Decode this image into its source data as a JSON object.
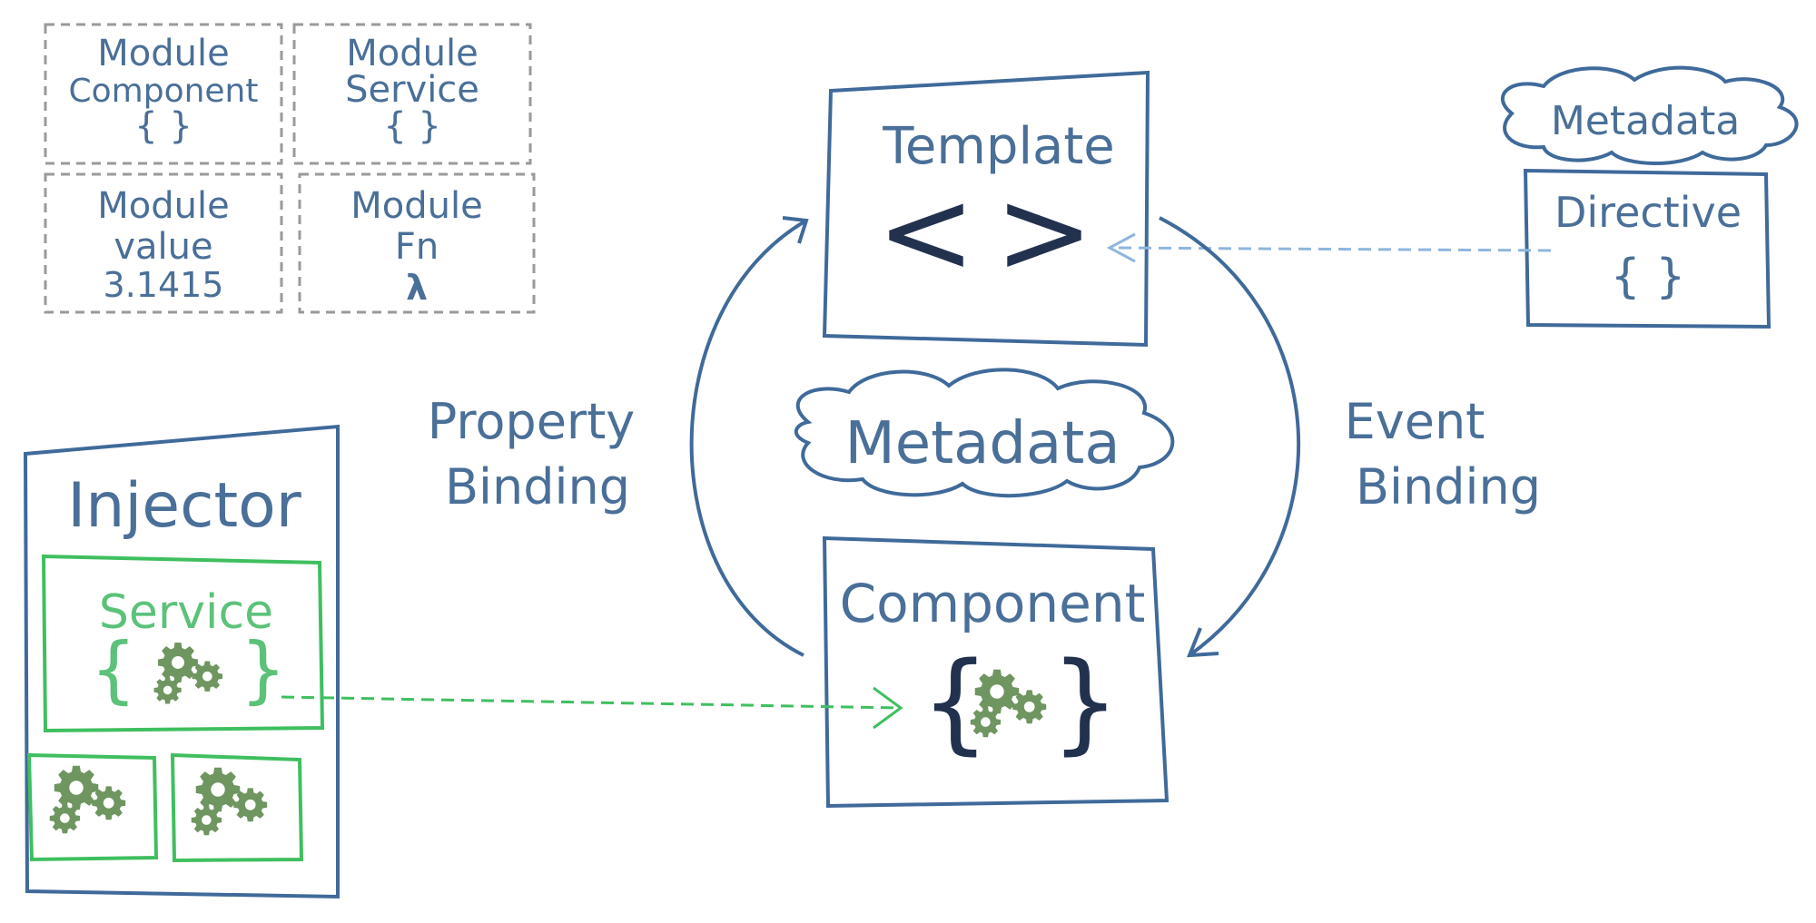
{
  "colors": {
    "blue": "#3f6a9a",
    "blue_text": "#4a6f98",
    "light_blue": "#8fb5df",
    "green": "#3fbf5f",
    "green_text": "#5cc27a",
    "gear": "#6f9560",
    "gray": "#9a9a9a",
    "dark_bracket": "#22324e"
  },
  "modules": [
    {
      "title": "Module",
      "subtitle": "Component",
      "content": "{ }"
    },
    {
      "title": "Module",
      "subtitle": "Service",
      "content": "{ }"
    },
    {
      "title": "Module",
      "subtitle": "value",
      "content": "3.1415"
    },
    {
      "title": "Module",
      "subtitle": "Fn",
      "content": "λ"
    }
  ],
  "template": {
    "title": "Template",
    "symbol_left": "<",
    "symbol_right": ">"
  },
  "directive": {
    "cloud_label": "Metadata",
    "title": "Directive",
    "content": "{ }"
  },
  "center_cloud": {
    "label": "Metadata"
  },
  "component": {
    "title": "Component",
    "bracket_left": "{",
    "bracket_right": "}"
  },
  "injector": {
    "title": "Injector",
    "service_title": "Service",
    "bracket_left": "{",
    "bracket_right": "}"
  },
  "property_binding": {
    "line1": "Property",
    "line2": "Binding"
  },
  "event_binding": {
    "line1": "Event",
    "line2": "Binding"
  },
  "icons": {
    "gear": "gear-icon",
    "cloud": "cloud-shape",
    "arrow": "arrow-head"
  }
}
